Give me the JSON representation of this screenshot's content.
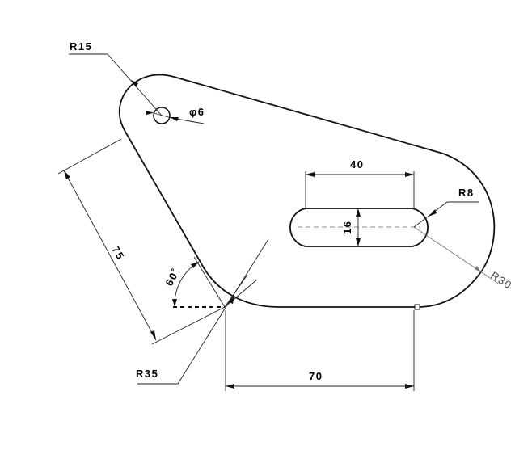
{
  "dimensions": {
    "r15": "R15",
    "phi6": "φ6",
    "d40": "40",
    "r8": "R8",
    "d16": "16",
    "r30": "R30",
    "d75": "75",
    "a60": "60˚",
    "r35": "R35",
    "d70": "70"
  }
}
